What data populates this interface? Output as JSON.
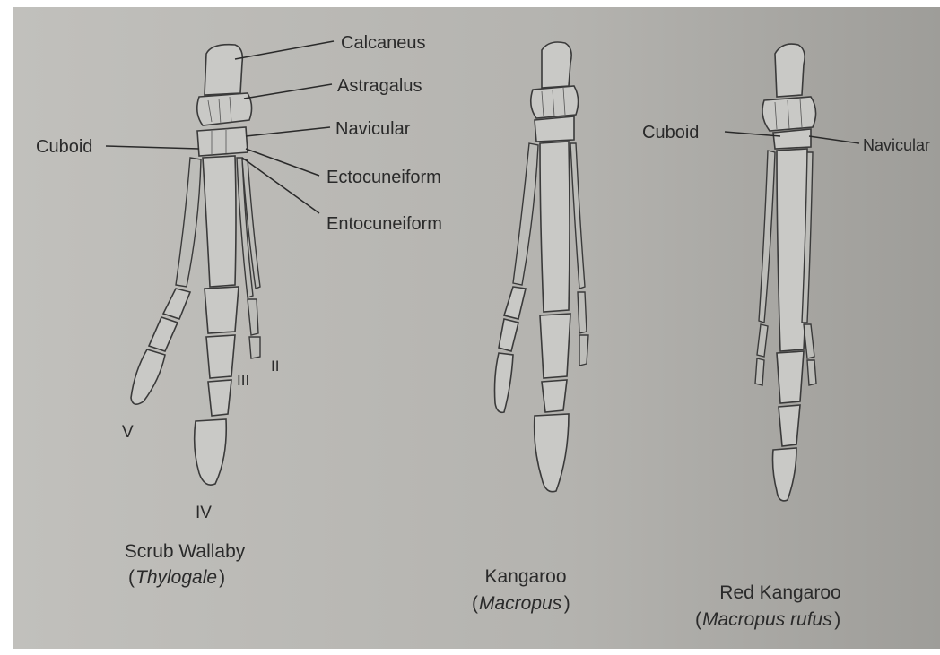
{
  "colors": {
    "page": "#b6b5b1",
    "ink": "#2a2a2a",
    "bone": "#c9c9c6",
    "frame": "#ffffff"
  },
  "wallaby": {
    "labels": {
      "calcaneus": "Calcaneus",
      "astragalus": "Astragalus",
      "navicular": "Navicular",
      "cuboid": "Cuboid",
      "ectocuneiform": "Ectocuneiform",
      "entocuneiform": "Entocuneiform"
    },
    "digits": {
      "ii": "II",
      "iii": "III",
      "iv": "IV",
      "v": "V"
    },
    "caption": {
      "common": "Scrub Wallaby",
      "genus": "Thylogale"
    }
  },
  "kangaroo": {
    "caption": {
      "common": "Kangaroo",
      "genus": "Macropus"
    }
  },
  "red_kangaroo": {
    "labels": {
      "cuboid": "Cuboid",
      "navicular": "Navicular"
    },
    "caption": {
      "common": "Red Kangaroo",
      "genus": "Macropus rufus"
    }
  }
}
